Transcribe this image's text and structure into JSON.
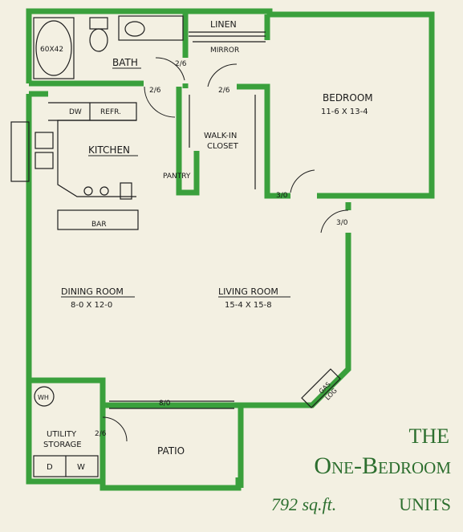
{
  "rooms": {
    "linen": "LINEN",
    "mirror": "MIRROR",
    "tub": "60X42",
    "bath": "BATH",
    "bedroom": {
      "name": "BEDROOM",
      "dims": "11-6 X 13-4"
    },
    "dw": "DW",
    "refr": "REFR.",
    "kitchen": "KITCHEN",
    "closet": {
      "line1": "WALK-IN",
      "line2": "CLOSET"
    },
    "pantry": "PANTRY",
    "bar": "BAR",
    "dining": {
      "name": "DINING ROOM",
      "dims": "8-0 X 12-0"
    },
    "living": {
      "name": "LIVING ROOM",
      "dims": "15-4 X 15-8"
    },
    "wh": "WH",
    "utility": {
      "line1": "UTILITY",
      "line2": "STORAGE"
    },
    "washer": "D",
    "dryer": "W",
    "patio": "PATIO",
    "gas_log": {
      "line1": "GAS",
      "line2": "LOG"
    }
  },
  "doors": {
    "bath": "2/6",
    "hall": "2/6",
    "closet": "2/6",
    "bedroom": "3/0",
    "entry": "3/0",
    "patio_slider": "8/0",
    "utility": "2/6"
  },
  "title": {
    "line1": "THE",
    "line2": "One-Bedroom",
    "area": "792 sq.ft.",
    "units": "UNITS"
  },
  "colors": {
    "wall": "#3aa03c",
    "line": "#1e1e1e",
    "title": "#2c6e2e",
    "paper": "#f3f0e2"
  }
}
